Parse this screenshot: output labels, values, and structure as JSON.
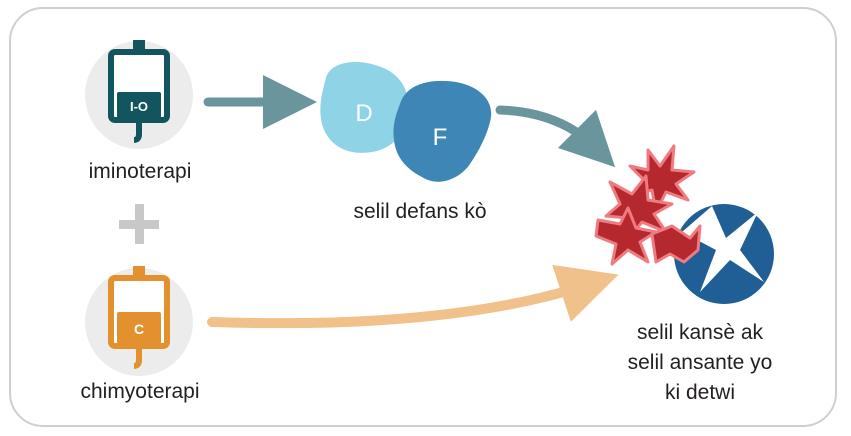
{
  "immunotherapy": {
    "bag_text": "I-O",
    "label": "iminoterapi"
  },
  "chemotherapy": {
    "bag_text": "C",
    "label": "chimyoterapi"
  },
  "defense_cells": {
    "cell_d": "D",
    "cell_f": "F",
    "label": "selil defans kò"
  },
  "result": {
    "lines": [
      "selil kansè ak",
      "selil ansante yo",
      "ki detwi"
    ]
  },
  "colors": {
    "immuno_bag": "#12555e",
    "chemo_bag": "#e3912e",
    "arrow_teal": "#6b959d",
    "arrow_orange": "#f0c18a",
    "cell_light": "#8fd3e6",
    "cell_dark": "#3e86b5",
    "cancer_red": "#b5282e",
    "healthy_blue": "#1f5f96",
    "plus_gray": "#c8c8c8",
    "icon_bg": "#ececec"
  }
}
